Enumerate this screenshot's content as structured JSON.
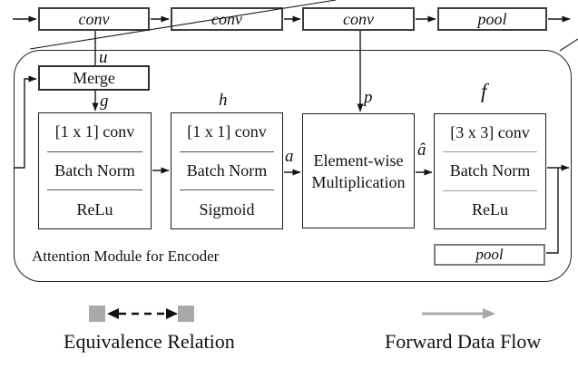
{
  "top_row": {
    "boxes": [
      {
        "label": "conv"
      },
      {
        "label": "conv"
      },
      {
        "label": "conv"
      },
      {
        "label": "pool"
      }
    ]
  },
  "module": {
    "caption": "Attention Module for Encoder",
    "merge": "Merge",
    "pool": "pool",
    "vars": {
      "u": "u",
      "g": "g",
      "h": "h",
      "p": "p",
      "a": "a",
      "a_hat": "â",
      "f": "f"
    },
    "g_block": {
      "rows": [
        "[1 x 1] conv",
        "Batch Norm",
        "ReLu"
      ]
    },
    "h_block": {
      "rows": [
        "[1 x 1] conv",
        "Batch Norm",
        "Sigmoid"
      ]
    },
    "mult_block": {
      "line1": "Element-wise",
      "line2": "Multiplication"
    },
    "f_block": {
      "rows": [
        "[3 x 3] conv",
        "Batch Norm",
        "ReLu"
      ]
    }
  },
  "legend": {
    "equivalence_label": "Equivalence Relation",
    "forward_label": "Forward Data Flow"
  },
  "colors": {
    "line": "#1a1a1a",
    "gray": "#a9a9a9"
  }
}
